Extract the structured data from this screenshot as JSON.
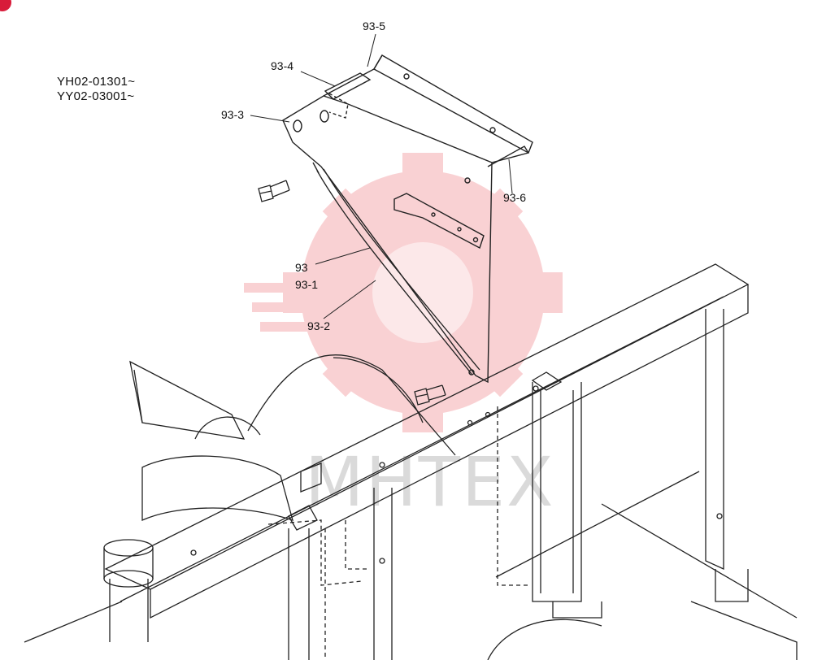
{
  "serials": [
    "YH02-01301~",
    "YY02-03001~"
  ],
  "callouts": [
    {
      "id": "93-5",
      "text": "93-5"
    },
    {
      "id": "93-4",
      "text": "93-4"
    },
    {
      "id": "93-3",
      "text": "93-3"
    },
    {
      "id": "93-6",
      "text": "93-6"
    },
    {
      "id": "93",
      "text": "93"
    },
    {
      "id": "93-1",
      "text": "93-1"
    },
    {
      "id": "93-2",
      "text": "93-2"
    }
  ],
  "watermark": {
    "text": "MHTEX",
    "color": "#e8323c"
  },
  "colors": {
    "line": "#222222",
    "badge": "#d81b3a"
  }
}
